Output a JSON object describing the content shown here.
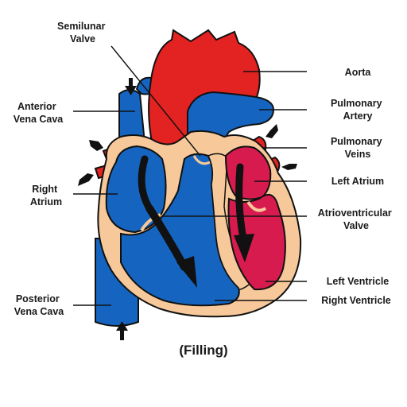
{
  "labels": {
    "semilunar_valve": [
      "Semilunar",
      "Valve"
    ],
    "anterior_vena_cava": [
      "Anterior",
      "Vena Cava"
    ],
    "right_atrium": [
      "Right",
      "Atrium"
    ],
    "posterior_vena_cava": [
      "Posterior",
      "Vena Cava"
    ],
    "aorta": [
      "Aorta"
    ],
    "pulmonary_artery": [
      "Pulmonary",
      "Artery"
    ],
    "pulmonary_veins": [
      "Pulmonary",
      "Veins"
    ],
    "left_atrium": [
      "Left Atrium"
    ],
    "atrioventricular_valve": [
      "Atrioventricular",
      "Valve"
    ],
    "left_ventricle": [
      "Left Ventricle"
    ],
    "right_ventricle": [
      "Right Ventricle"
    ]
  },
  "caption": "(Filling)",
  "colors": {
    "oxygenated": "#e32222",
    "deoxygenated": "#1565c0",
    "left_chamber": "#d81b4e",
    "wall": "#f6c89a",
    "outline": "#111111"
  },
  "icons": [
    "flow-arrow-icon"
  ]
}
